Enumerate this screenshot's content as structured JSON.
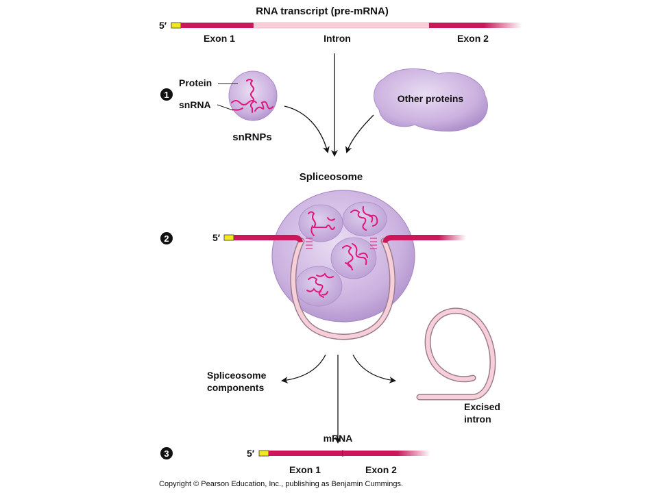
{
  "title": "RNA transcript (pre-mRNA)",
  "five_prime": "5′",
  "pre_mrna": {
    "exon1": "Exon 1",
    "intron": "Intron",
    "exon2": "Exon 2"
  },
  "steps": [
    "1",
    "2",
    "3"
  ],
  "snrnp": {
    "protein": "Protein",
    "snrna": "snRNA",
    "label": "snRNPs"
  },
  "other_proteins": "Other proteins",
  "spliceosome": "Spliceosome",
  "components": {
    "line1": "Spliceosome",
    "line2": "components"
  },
  "excised": {
    "line1": "Excised",
    "line2": "intron"
  },
  "mrna": {
    "label": "mRNA",
    "exon1": "Exon 1",
    "exon2": "Exon 2"
  },
  "copyright": "Copyright © Pearson Education, Inc., publishing as Benjamin Cummings.",
  "colors": {
    "exon": "#c8185a",
    "intron": "#f7cfd9",
    "cap": "#f2ea18",
    "lilac": "#cdb3e0",
    "lilac_dark": "#a98bc7",
    "snrna": "#e0167a"
  }
}
